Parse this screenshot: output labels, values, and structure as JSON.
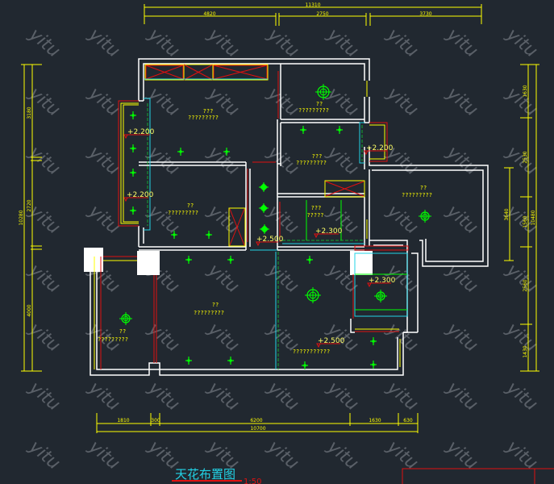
{
  "drawing": {
    "title": "天花布置图",
    "scale": "1:50",
    "watermark": "yitu"
  },
  "dimensions": {
    "top_total": "11310",
    "top_segments": [
      "4820",
      "2750",
      "3730"
    ],
    "left_total": "10280",
    "left_segments": [
      "3180",
      "2720",
      "4000"
    ],
    "right_total": "10480",
    "right_segments": [
      "1630",
      "2530",
      "1560",
      "2560",
      "1430"
    ],
    "right_inner": "3640",
    "bottom_total": "10700",
    "bottom_segments": [
      "1810",
      "300",
      "6200",
      "1630",
      "630"
    ]
  },
  "elevations": [
    "+2.200",
    "+2.200",
    "+2.200",
    "+2.500",
    "+2.300",
    "+2.300",
    "+2.500"
  ],
  "room_labels": [
    {
      "name": "???",
      "desc": "?????????"
    },
    {
      "name": "??",
      "desc": "?????????"
    },
    {
      "name": "???",
      "desc": "?????????"
    },
    {
      "name": "??",
      "desc": "?????????"
    },
    {
      "name": "???",
      "desc": "?????"
    },
    {
      "name": "??",
      "desc": "?????????"
    },
    {
      "name": "??",
      "desc": "?????????"
    },
    {
      "name": "??",
      "desc": "?????????"
    },
    {
      "name": "",
      "desc": "???????????"
    }
  ],
  "colors": {
    "background": "#212830",
    "wall": "#ffffff",
    "dimension": "#ffff00",
    "fixture": "#00ff00",
    "cabinet": "#e01010",
    "glass": "#22d3e6",
    "title": "#22d3e6"
  }
}
